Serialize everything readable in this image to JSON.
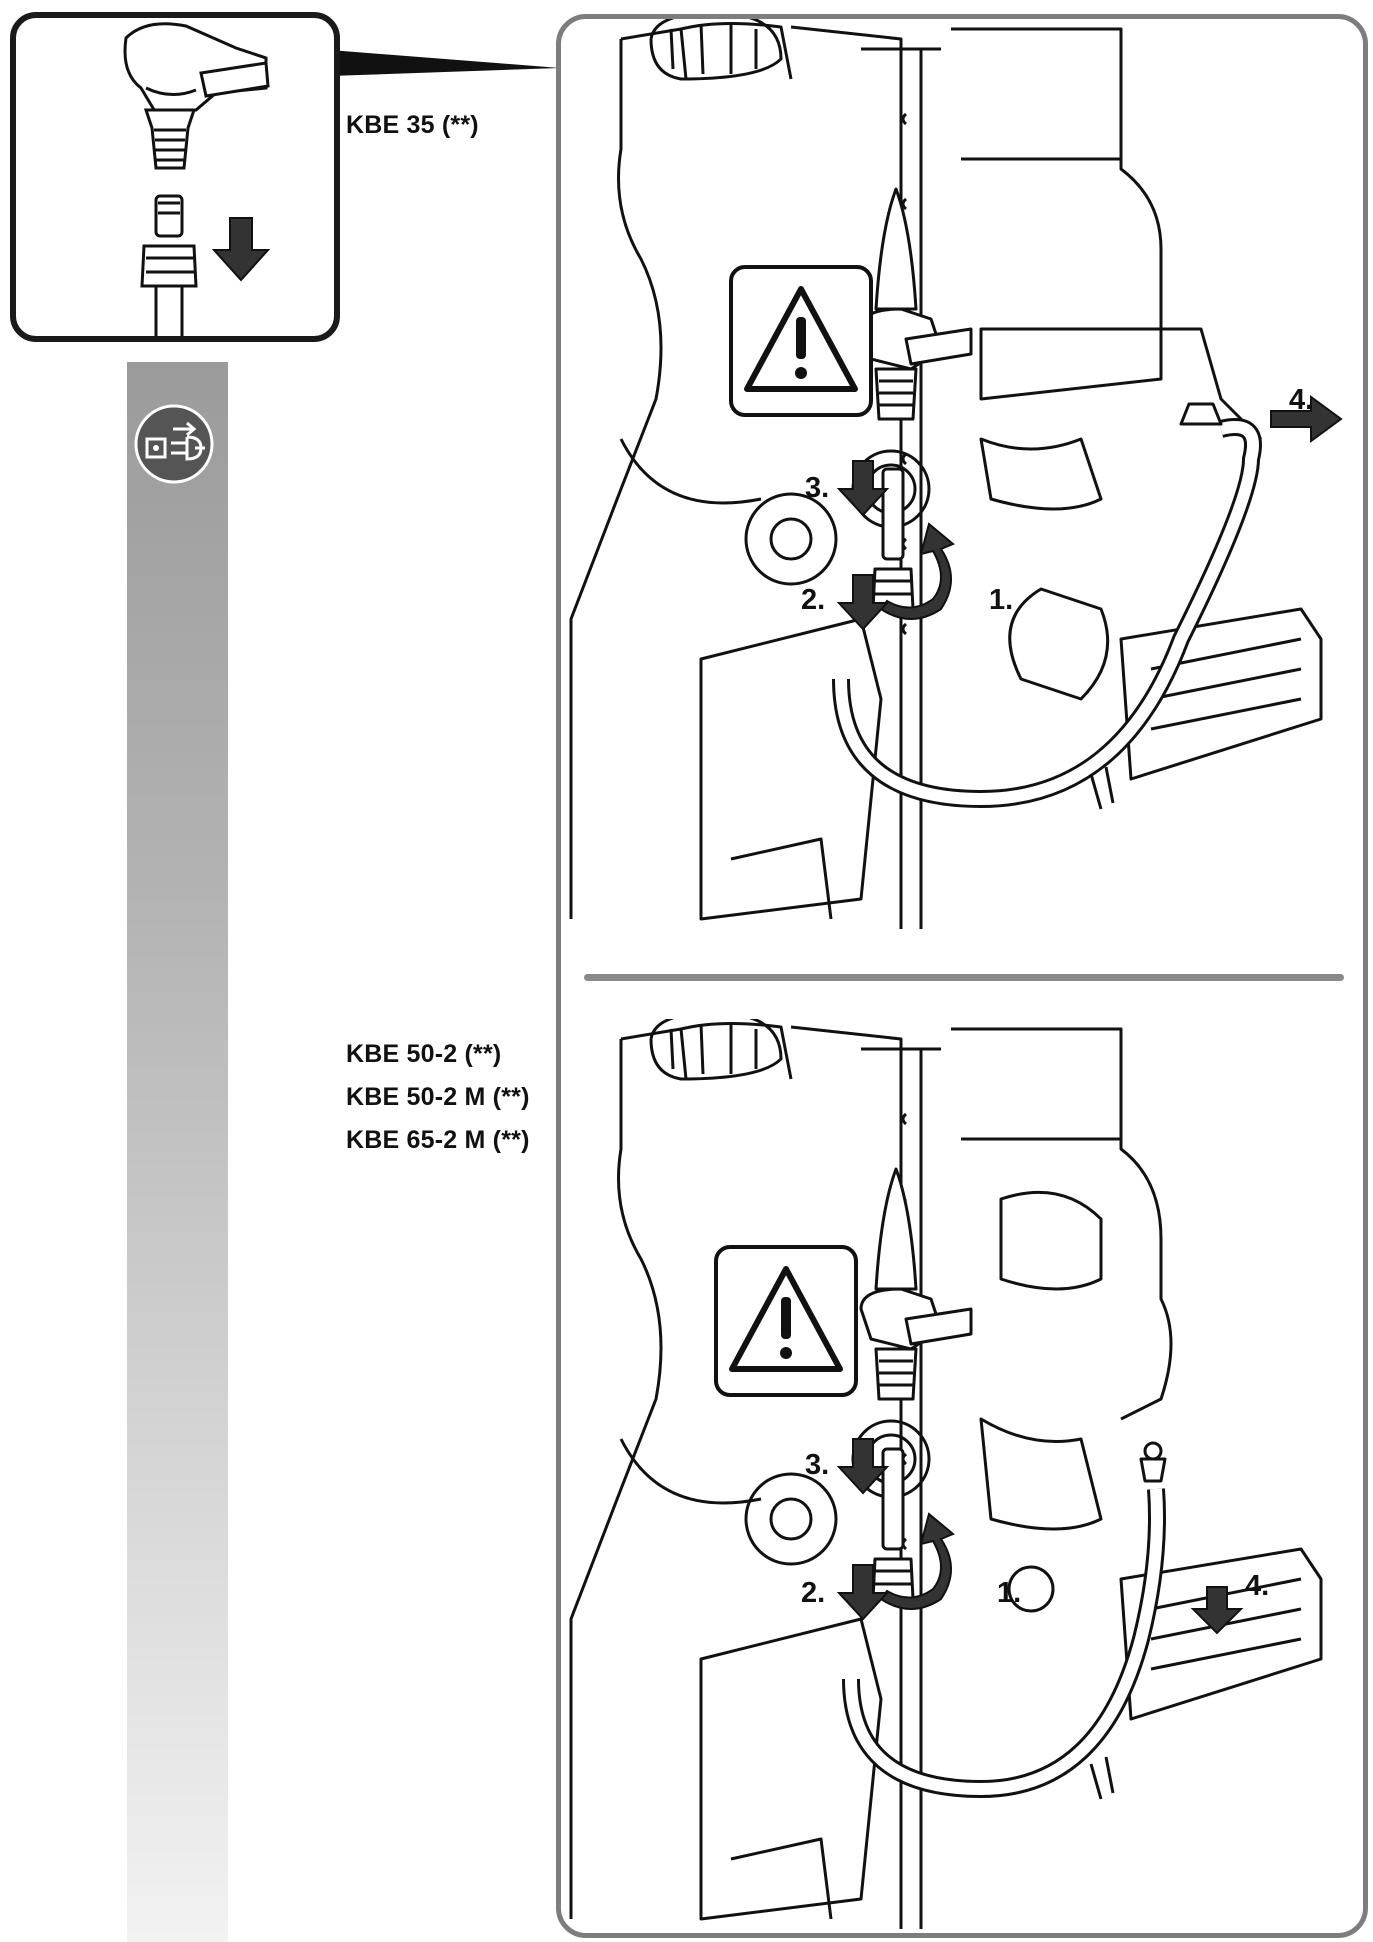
{
  "labels": {
    "inset_model": "KBE 35 (**)",
    "lower_models": [
      "KBE 50-2 (**)",
      "KBE 50-2 M (**)",
      "KBE 65-2 M (**)"
    ]
  },
  "panels": {
    "top": {
      "steps": [
        "1.",
        "2.",
        "3.",
        "4."
      ]
    },
    "bottom": {
      "steps": [
        "1.",
        "2.",
        "3.",
        "4."
      ]
    }
  },
  "icons": {
    "sidebar": "unplug-power-icon",
    "warning": "warning-triangle-icon"
  },
  "colors": {
    "ink": "#111111",
    "frame": "#7d7d7d",
    "sidebar_top": "#9b9b9b",
    "sidebar_bottom": "#f2f2f2"
  }
}
